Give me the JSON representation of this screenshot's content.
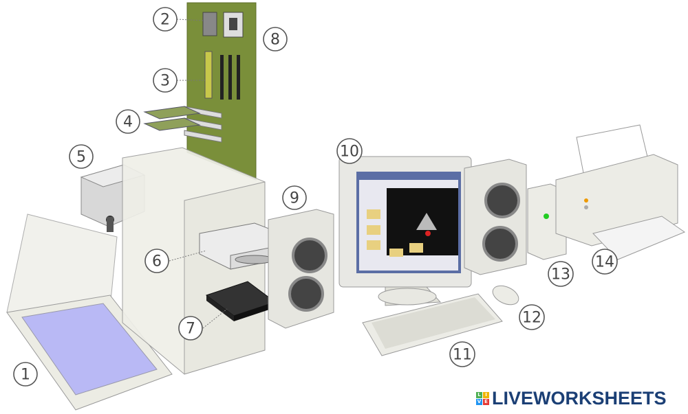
{
  "labels": [
    "1",
    "2",
    "3",
    "4",
    "5",
    "6",
    "7",
    "8",
    "9",
    "10",
    "11",
    "12",
    "13",
    "14"
  ],
  "logo": {
    "text": "LIVEWORKSHEETS",
    "tiles": [
      "L",
      "I",
      "V",
      "E"
    ]
  },
  "colors": {
    "motherboard": "#7a8f3a",
    "case": "#ecece4",
    "outline": "#9a9a9a",
    "screen": "#1a1a1a",
    "scanner_glass": "#b9b9f5",
    "logo": "#1b3f75"
  }
}
